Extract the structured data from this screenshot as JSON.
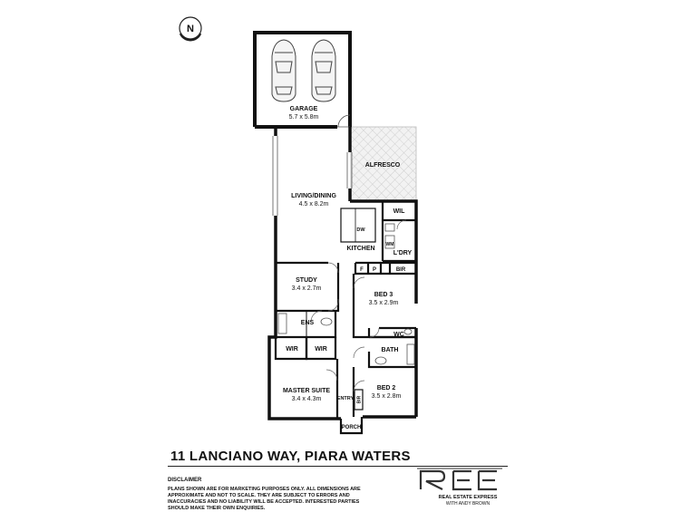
{
  "compass": {
    "label": "N"
  },
  "rooms": {
    "garage": {
      "name": "GARAGE",
      "size": "5.7 x 5.8m"
    },
    "alfresco": {
      "name": "ALFRESCO"
    },
    "living": {
      "name": "LIVING/DINING",
      "size": "4.5 x 8.2m"
    },
    "kitchen": {
      "name": "KITCHEN"
    },
    "dw": {
      "name": "DW"
    },
    "wm": {
      "name": "WM"
    },
    "wil": {
      "name": "WIL"
    },
    "laundry": {
      "name": "L'DRY"
    },
    "f": {
      "name": "F"
    },
    "p": {
      "name": "P"
    },
    "bir_top": {
      "name": "BIR"
    },
    "study": {
      "name": "STUDY",
      "size": "3.4 x 2.7m"
    },
    "bed3": {
      "name": "BED 3",
      "size": "3.5 x 2.9m"
    },
    "ens": {
      "name": "ENS"
    },
    "wir1": {
      "name": "WIR"
    },
    "wir2": {
      "name": "WIR"
    },
    "wc": {
      "name": "WC"
    },
    "bath": {
      "name": "BATH"
    },
    "master": {
      "name": "MASTER SUITE",
      "size": "3.4 x 4.3m"
    },
    "bed2": {
      "name": "BED 2",
      "size": "3.5 x 2.8m"
    },
    "entry": {
      "name": "ENTRY"
    },
    "bir_entry": {
      "name": "BIR"
    },
    "porch": {
      "name": "PORCH"
    }
  },
  "address": "11 LANCIANO WAY, PIARA WATERS",
  "disclaimer": {
    "title": "DISCLAIMER",
    "text": "PLANS SHOWN ARE FOR MARKETING PURPOSES ONLY. ALL DIMENSIONS ARE APPROXIMATE AND NOT TO SCALE. THEY ARE SUBJECT TO ERRORS AND INACCURACIES AND NO LIABILITY WILL BE ACCEPTED. INTERESTED PARTIES SHOULD MAKE THEIR OWN ENQUIRIES."
  },
  "logo": {
    "letters": "REE",
    "line1": "REAL ESTATE EXPRESS",
    "line2": "WITH ANDY BROWN"
  }
}
